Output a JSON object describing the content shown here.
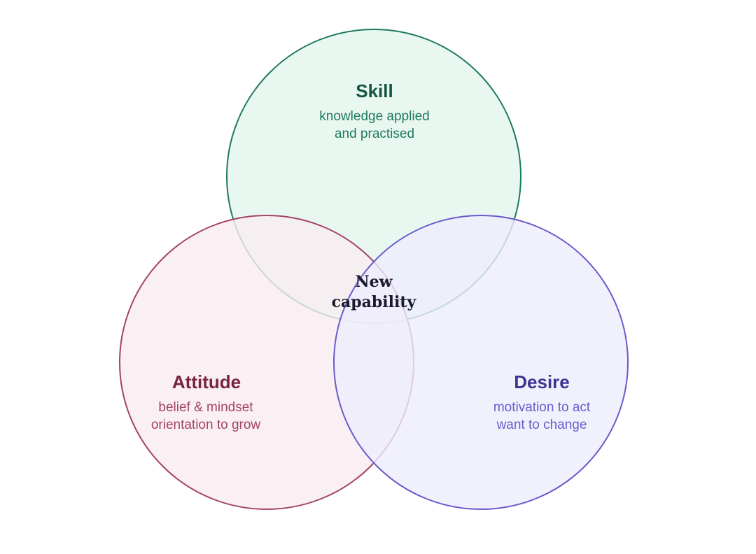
{
  "diagram": {
    "type": "venn",
    "sets": [
      {
        "id": "skill",
        "title": "Skill",
        "lines": [
          "knowledge applied",
          "and practised"
        ],
        "stroke": "#1e7a5a",
        "fill": "#e3f5ee",
        "title_color": "#14563f",
        "text_color": "#1e7a5a"
      },
      {
        "id": "attitude",
        "title": "Attitude",
        "lines": [
          "belief & mindset",
          "orientation to grow"
        ],
        "stroke": "#a34366",
        "fill": "#f9ecf1",
        "title_color": "#7a2340",
        "text_color": "#a34366"
      },
      {
        "id": "desire",
        "title": "Desire",
        "lines": [
          "motivation to act",
          "want to change"
        ],
        "stroke": "#6a5acd",
        "fill": "#eeeefc",
        "title_color": "#3d3590",
        "text_color": "#6a5acd"
      }
    ],
    "center": {
      "lines": [
        "New",
        "capability"
      ]
    }
  }
}
